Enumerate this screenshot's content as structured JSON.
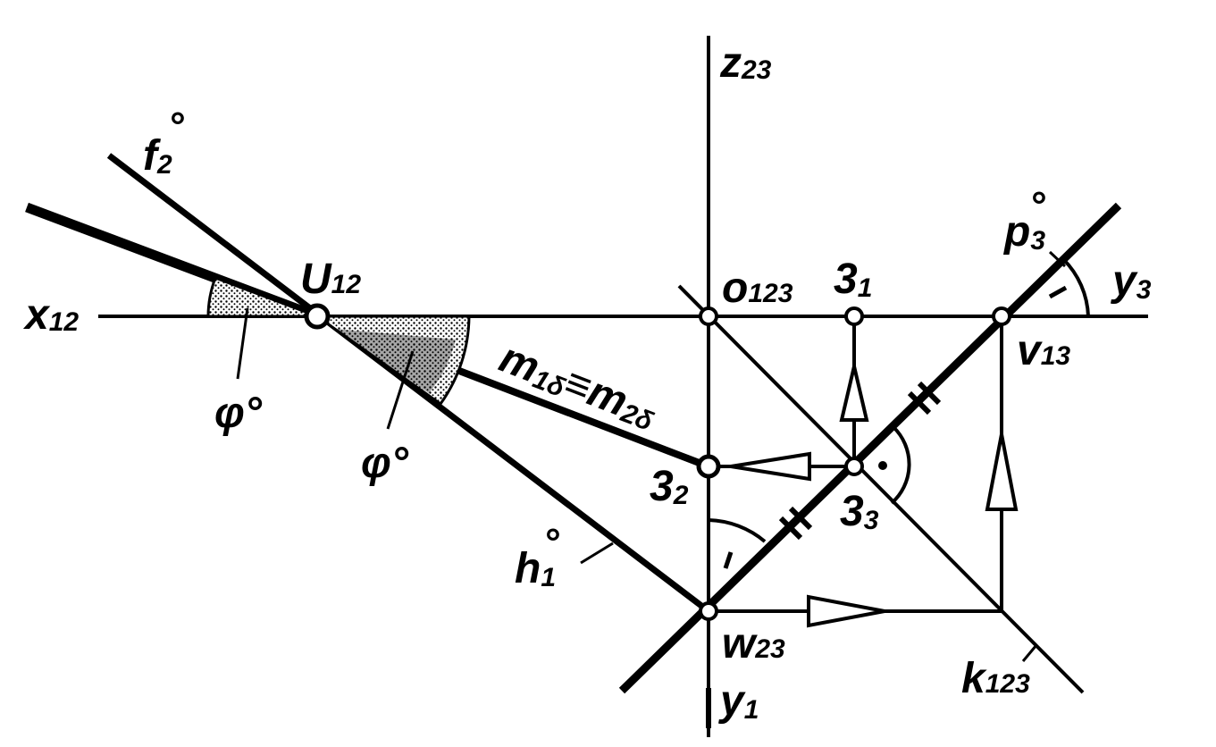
{
  "labels": {
    "z": "z",
    "z_sub": "23",
    "x": "x",
    "x_sub": "12",
    "y3": "y",
    "y3_sub": "3",
    "y1": "y",
    "y1_sub": "1",
    "f": "f",
    "f_sub": "2",
    "f_deg": "°",
    "h": "h",
    "h_sub": "1",
    "h_deg": "°",
    "p": "p",
    "p_sub": "3",
    "p_deg": "°",
    "u": "U",
    "u_sub": "12",
    "o": "o",
    "o_sub": "123",
    "v": "v",
    "v_sub": "13",
    "w": "w",
    "w_sub": "23",
    "k": "k",
    "k_sub": "123",
    "p31": "3",
    "p31_sub": "1",
    "p32": "3",
    "p32_sub": "2",
    "p33": "3",
    "p33_sub": "3",
    "m1": "m",
    "m1_sub": "1δ",
    "equiv": "≡",
    "m2": "m",
    "m2_sub": "2δ",
    "phi": "φ°"
  },
  "colors": {
    "ink": "#000000",
    "paper": "#ffffff"
  }
}
